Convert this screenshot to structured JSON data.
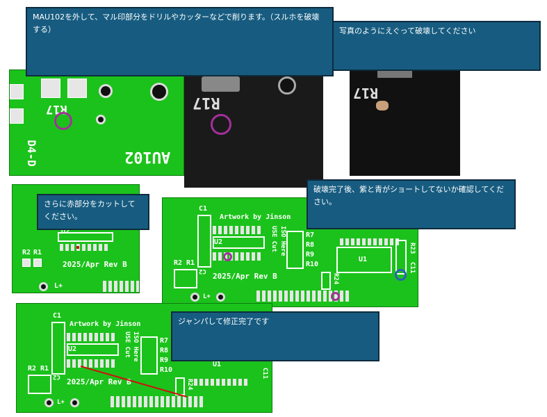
{
  "notes": {
    "step1": "MAU102を外して、マル印部分をドリルやカッターなどで削ります。（スルホを破壊する）",
    "step2": "写真のようにえぐって破壊してください",
    "step3": "さらに赤部分をカットしてください。",
    "step4": "破壊完了後、紫と青がショートしてないか確認してください。",
    "step5": "ジャンパして修正完了です"
  },
  "pcb_labels": {
    "r17": "R17",
    "au102": "AU102",
    "d4": "D4-D",
    "artwork": "Artwork by Jinson",
    "rev": "2025/Apr Rev B",
    "c1": "C1",
    "c2": "C2",
    "u1": "U1",
    "u2": "U2",
    "r1": "R1",
    "r2": "R2",
    "r7": "R7",
    "r8": "R8",
    "r9": "R9",
    "r10": "R10",
    "r23": "R23",
    "c11": "C11",
    "r24": "R24",
    "use": "USE",
    "cut": "Cut",
    "iso": "ISO",
    "here": "Here",
    "lplus": "L+"
  },
  "colors": {
    "note_bg": "#175c80",
    "pcb_green": "#1bc21b",
    "mark_purple": "#a3309b",
    "mark_blue": "#2a62b8",
    "cut_red": "#d01010"
  }
}
